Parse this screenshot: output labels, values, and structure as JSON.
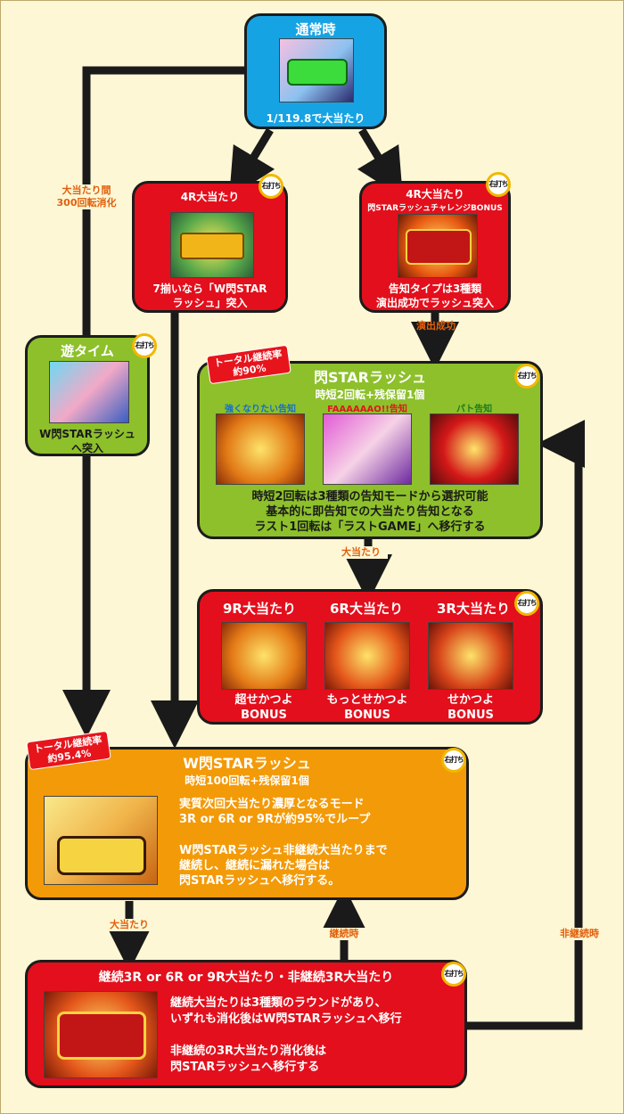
{
  "normal": {
    "title": "通常時",
    "odds": "1/119.8で大当たり"
  },
  "left_jackpot": {
    "title": "4R大当たり",
    "desc1": "7揃いなら「W閃STAR",
    "desc2": "ラッシュ」突入"
  },
  "right_jackpot": {
    "title": "4R大当たり",
    "subtitle": "閃STARラッシュチャレンジBONUS",
    "desc1": "告知タイプは3種類",
    "desc2": "演出成功でラッシュ突入"
  },
  "yu_time": {
    "title": "遊タイム",
    "desc1": "W閃STARラッシュ",
    "desc2": "へ突入"
  },
  "star_rush": {
    "title": "閃STARラッシュ",
    "subtitle": "時短2回転+残保留1個",
    "modes": [
      "強くなりたい告知",
      "FAAAAAAO!!告知",
      "パト告知"
    ],
    "desc1": "時短2回転は3種類の告知モードから選択可能",
    "desc2": "基本的に即告知での大当たり告知となる",
    "desc3": "ラスト1回転は「ラストGAME」へ移行する",
    "ribbon1": "トータル継続率",
    "ribbon2": "約90%"
  },
  "jackpots": {
    "items": [
      {
        "title": "9R大当たり",
        "name1": "超せかつよ",
        "name2": "BONUS"
      },
      {
        "title": "6R大当たり",
        "name1": "もっとせかつよ",
        "name2": "BONUS"
      },
      {
        "title": "3R大当たり",
        "name1": "せかつよ",
        "name2": "BONUS"
      }
    ]
  },
  "w_rush": {
    "title": "W閃STARラッシュ",
    "subtitle": "時短100回転+残保留1個",
    "desc1": "実質次回大当たり濃厚となるモード",
    "desc2": "3R or 6R or 9Rが約95%でループ",
    "desc3": "W閃STARラッシュ非継続大当たりまで",
    "desc4": "継続し、継続に漏れた場合は",
    "desc5": "閃STARラッシュへ移行する。",
    "ribbon1": "トータル継続率",
    "ribbon2": "約95.4%"
  },
  "bottom": {
    "title": "継続3R or 6R or 9R大当たり・非継続3R大当たり",
    "desc1": "継続大当たりは3種類のラウンドがあり、",
    "desc2": "いずれも消化後はW閃STARラッシュへ移行",
    "desc3": "非継続の3R大当たり消化後は",
    "desc4": "閃STARラッシュへ移行する"
  },
  "flow": {
    "yu_time_route1": "大当たり間",
    "yu_time_route2": "300回転消化",
    "success": "演出成功",
    "jackpot1": "大当たり",
    "jackpot2": "大当たり",
    "continue": "継続時",
    "non_continue": "非継続時"
  },
  "badge": "右打ち",
  "colors": {
    "blue": "#16a3e4",
    "red": "#e30f1c",
    "green": "#8dc02b",
    "orange": "#f39a08",
    "label": "#e2600c"
  }
}
